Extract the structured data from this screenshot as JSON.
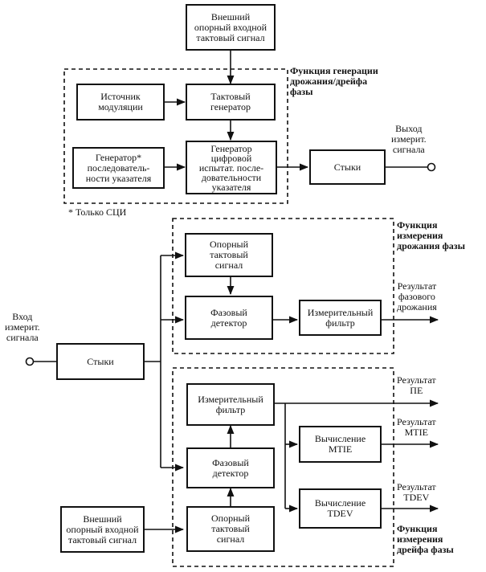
{
  "blocks": {
    "ext_ref_top": "Внешний\nопорный входной\nтактовый сигнал",
    "mod_source": "Источник\nмодуляции",
    "clock_gen": "Тактовый\nгенератор",
    "ptr_seq_gen": "Генератор*\nпоследователь-\nности указателя",
    "digital_test_gen": "Генератор\nцифровой\nиспытат. после-\nдовательности\nуказателя",
    "interfaces_top": "Стыки",
    "ref_clock_1": "Опорный\nтактовый\nсигнал",
    "phase_det_1": "Фазовый\nдетектор",
    "meas_filter_1": "Измерительный\nфильтр",
    "interfaces_left": "Стыки",
    "meas_filter_2": "Измерительный\nфильтр",
    "phase_det_2": "Фазовый\nдетектор",
    "ref_clock_2": "Опорный\nтактовый\nсигнал",
    "mtie_calc": "Вычисление\nMTIE",
    "tdev_calc": "Вычисление\nTDEV",
    "ext_ref_bottom": "Внешний\nопорный входной\nтактовый сигнал"
  },
  "labels": {
    "func_gen": "Функция генерации\nдрожания/дрейфа\nфазы",
    "sdh_only": "* Только СЦИ",
    "meas_out": "Выход\nизмерит.\nсигнала",
    "func_jitter": "Функция\nизмерения\nдрожания фазы",
    "result_jitter": "Результат\nфазового\nдрожания",
    "meas_in": "Вход\nизмерит.\nсигнала",
    "result_pe": "Результат\nПЕ",
    "result_mtie": "Результат\nMTIE",
    "result_tdev": "Результат\nTDEV",
    "func_wander": "Функция\nизмерения\nдрейфа фазы"
  }
}
